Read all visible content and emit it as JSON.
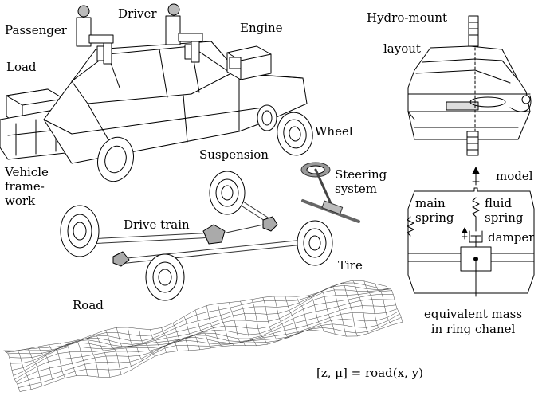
{
  "labels": {
    "passenger": "Passenger",
    "driver": "Driver",
    "engine": "Engine",
    "load": "Load",
    "wheel": "Wheel",
    "suspension": "Suspension",
    "vehicle_framework": "Vehicle\nframe-\nwork",
    "steering_system": "Steering\nsystem",
    "drive_train": "Drive train",
    "tire": "Tire",
    "road": "Road",
    "road_equation": "[z, μ] = road(x, y)",
    "hydro_mount": "Hydro-mount",
    "layout": "layout",
    "model": "model",
    "main_spring": "main\nspring",
    "fluid_spring": "fluid\nspring",
    "damper": "damper",
    "equivalent_mass": "equivalent mass\nin ring chanel"
  }
}
